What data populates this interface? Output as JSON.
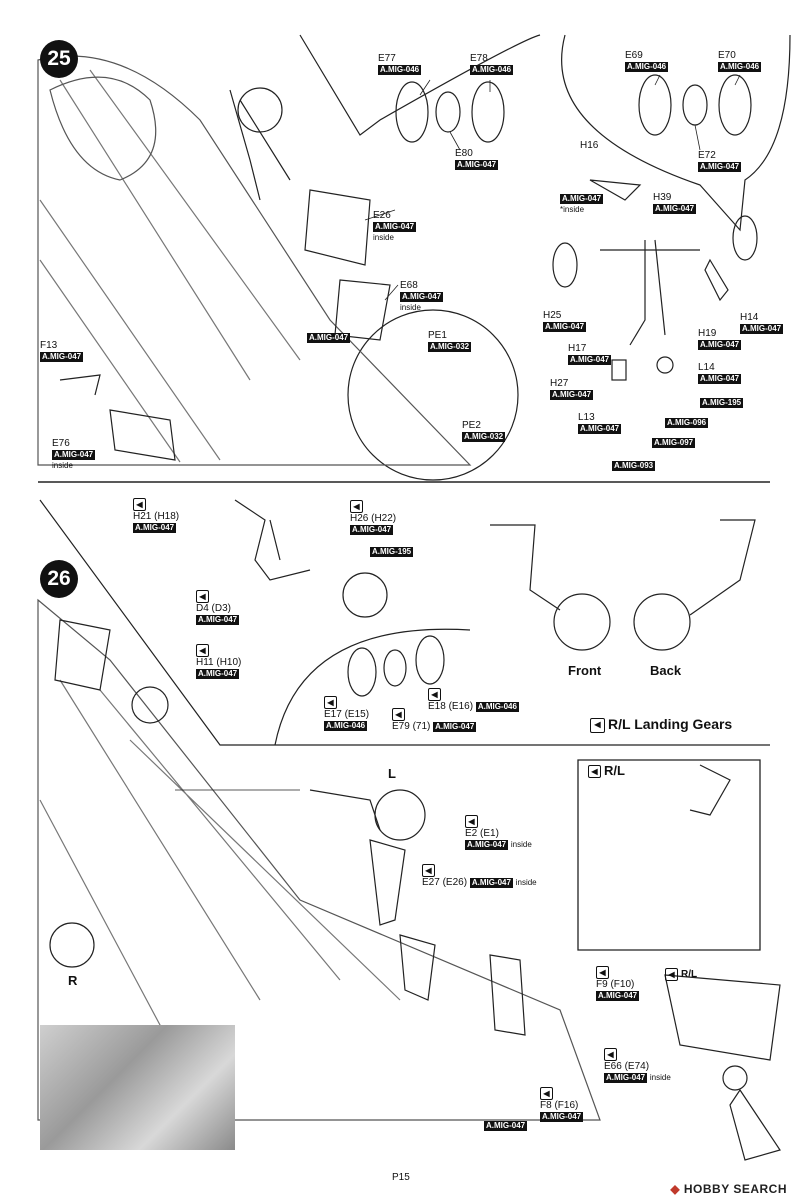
{
  "steps": {
    "s25": "25",
    "s26": "26"
  },
  "step25": {
    "e77": {
      "part": "E77",
      "code": "A.MIG-046"
    },
    "e78": {
      "part": "E78",
      "code": "A.MIG-046"
    },
    "e80": {
      "part": "E80",
      "code": "A.MIG-047"
    },
    "e69": {
      "part": "E69",
      "code": "A.MIG-046"
    },
    "e70": {
      "part": "E70",
      "code": "A.MIG-046"
    },
    "e72": {
      "part": "E72",
      "code": "A.MIG-047"
    },
    "h16": {
      "part": "H16",
      "code": "A.MIG-047",
      "note": "*inside"
    },
    "h39": {
      "part": "H39",
      "code": "A.MIG-047"
    },
    "e26": {
      "part": "E26",
      "code": "A.MIG-047",
      "note": "inside"
    },
    "e68": {
      "part": "E68",
      "code": "A.MIG-047",
      "note": "inside"
    },
    "mid047": {
      "code": "A.MIG-047"
    },
    "pe1": {
      "part": "PE1",
      "code": "A.MIG-032"
    },
    "pe2": {
      "part": "PE2",
      "code": "A.MIG-032"
    },
    "f13": {
      "part": "F13",
      "code": "A.MIG-047"
    },
    "e76": {
      "part": "E76",
      "code": "A.MIG-047",
      "note": "inside"
    },
    "h25": {
      "part": "H25",
      "code": "A.MIG-047"
    },
    "h17": {
      "part": "H17",
      "code": "A.MIG-047"
    },
    "h27": {
      "part": "H27",
      "code": "A.MIG-047"
    },
    "l13": {
      "part": "L13",
      "code": "A.MIG-047"
    },
    "h14": {
      "part": "H14",
      "code": "A.MIG-047"
    },
    "h19": {
      "part": "H19",
      "code": "A.MIG-047"
    },
    "l14": {
      "part": "L14",
      "code": "A.MIG-047"
    },
    "c195": {
      "code": "A.MIG-195"
    },
    "c096": {
      "code": "A.MIG-096"
    },
    "c097": {
      "code": "A.MIG-097"
    },
    "c093": {
      "code": "A.MIG-093"
    }
  },
  "step26": {
    "h21": {
      "part": "H21 (H18)",
      "code": "A.MIG-047"
    },
    "h26": {
      "part": "H26 (H22)",
      "code": "A.MIG-047"
    },
    "c195": {
      "code": "A.MIG-195"
    },
    "d4": {
      "part": "D4 (D3)",
      "code": "A.MIG-047"
    },
    "h11": {
      "part": "H11 (H10)",
      "code": "A.MIG-047"
    },
    "e17": {
      "part": "E17 (E15)",
      "code": "A.MIG-046"
    },
    "e79": {
      "part": "E79 (71)",
      "code": "A.MIG-047"
    },
    "e18": {
      "part": "E18 (E16)",
      "code": "A.MIG-046"
    },
    "front": "Front",
    "back": "Back",
    "rl_title": "R/L Landing Gears",
    "rl_small": "R/L",
    "rl_small2": "R/L",
    "left": "L",
    "right": "R",
    "e2": {
      "part": "E2 (E1)",
      "code": "A.MIG-047",
      "note": "inside"
    },
    "e27": {
      "part": "E27 (E26)",
      "code": "A.MIG-047",
      "note": "inside"
    },
    "f9": {
      "part": "F9 (F10)",
      "code": "A.MIG-047"
    },
    "e66": {
      "part": "E66 (E74)",
      "code": "A.MIG-047",
      "note": "inside"
    },
    "f8": {
      "part": "F8 (F16)",
      "code": "A.MIG-047"
    },
    "code_bottom": {
      "code": "A.MIG-047"
    }
  },
  "footer": {
    "page": "P15",
    "watermark": "HOBBY SEARCH"
  }
}
